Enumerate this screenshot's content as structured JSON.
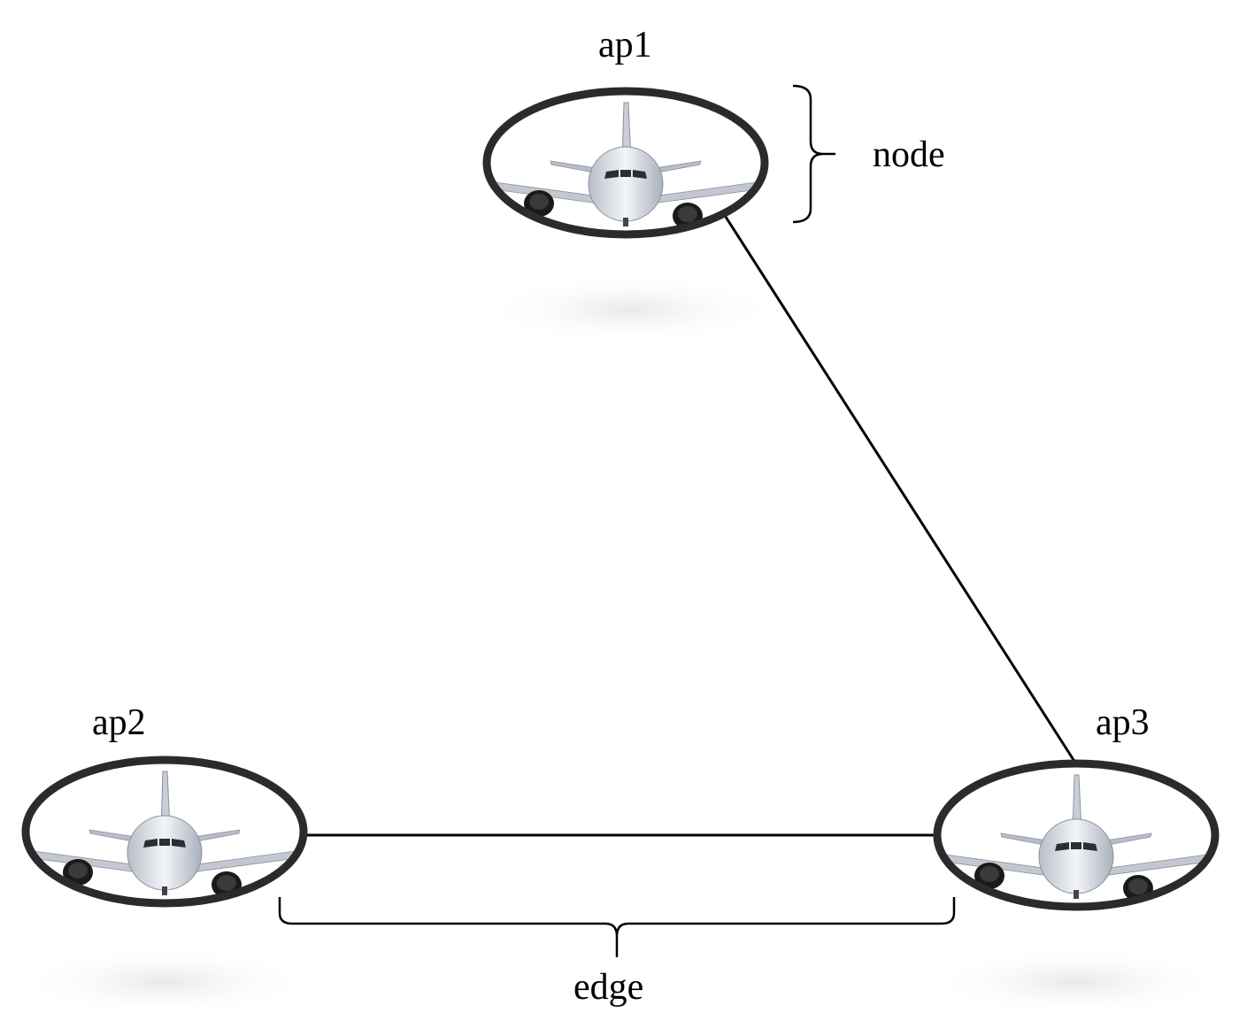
{
  "nodes": [
    {
      "id": "ap1",
      "label": "ap1",
      "icon": "airplane-icon"
    },
    {
      "id": "ap2",
      "label": "ap2",
      "icon": "airplane-icon"
    },
    {
      "id": "ap3",
      "label": "ap3",
      "icon": "airplane-icon"
    }
  ],
  "edges": [
    {
      "from": "ap1",
      "to": "ap3"
    },
    {
      "from": "ap2",
      "to": "ap3"
    }
  ],
  "annotations": {
    "node": "node",
    "edge": "edge"
  },
  "colors": {
    "ring": "#2b2b2b",
    "edge_line": "#000000",
    "aircraft_body": "#e8ebf0",
    "engine": "#1a1a1a"
  }
}
